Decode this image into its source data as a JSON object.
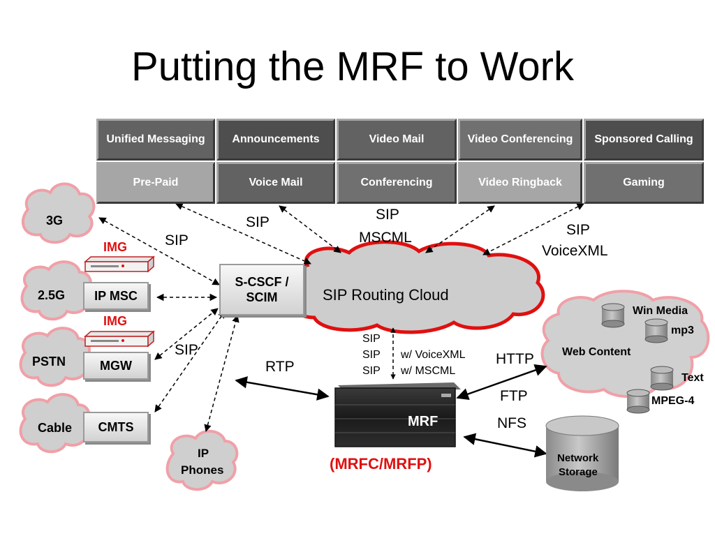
{
  "title": "Putting the MRF to Work",
  "services": {
    "row1": [
      "Unified Messaging",
      "Announcements",
      "Video Mail",
      "Video Conferencing",
      "Sponsored Calling"
    ],
    "row2": [
      "Pre-Paid",
      "Voice Mail",
      "Conferencing",
      "Video Ringback",
      "Gaming"
    ]
  },
  "networks": {
    "n3g": "3G",
    "n25g": "2.5G",
    "pstn": "PSTN",
    "cable": "Cable",
    "ip_phones_line1": "IP",
    "ip_phones_line2": "Phones"
  },
  "devices": {
    "img1": "IMG",
    "img2": "IMG",
    "ip_msc": "IP MSC",
    "mgw": "MGW",
    "cmts": "CMTS",
    "scscf_line1": "S-CSCF /",
    "scscf_line2": "SCIM"
  },
  "cloud": {
    "sip_routing": "SIP Routing Cloud"
  },
  "protocols": {
    "sip_left": "SIP",
    "sip_mid": "SIP",
    "sip_mscml_1": "SIP",
    "sip_mscml_2": "MSCML",
    "sip_voicexml_1": "SIP",
    "sip_voicexml_2": "VoiceXML",
    "sip_lower": "SIP",
    "rtp": "RTP",
    "http": "HTTP",
    "ftp": "FTP",
    "nfs": "NFS",
    "sip_stack": [
      "SIP",
      "SIP",
      "SIP"
    ],
    "sip_stack_notes": [
      "w/ VoiceXML",
      "w/ MSCML"
    ]
  },
  "mrf": {
    "label": "MRF",
    "caption": "(MRFC/MRFP)"
  },
  "web": {
    "title": "Web Content",
    "items": [
      "Win Media",
      "mp3",
      "Text",
      "MPEG-4"
    ]
  },
  "storage": {
    "line1": "Network",
    "line2": "Storage"
  },
  "colors": {
    "accent_red": "#e01010",
    "service_tile": "#626262",
    "service_tile_light": "#a6a6a6",
    "cloud_gray": "#c8c8c8"
  }
}
